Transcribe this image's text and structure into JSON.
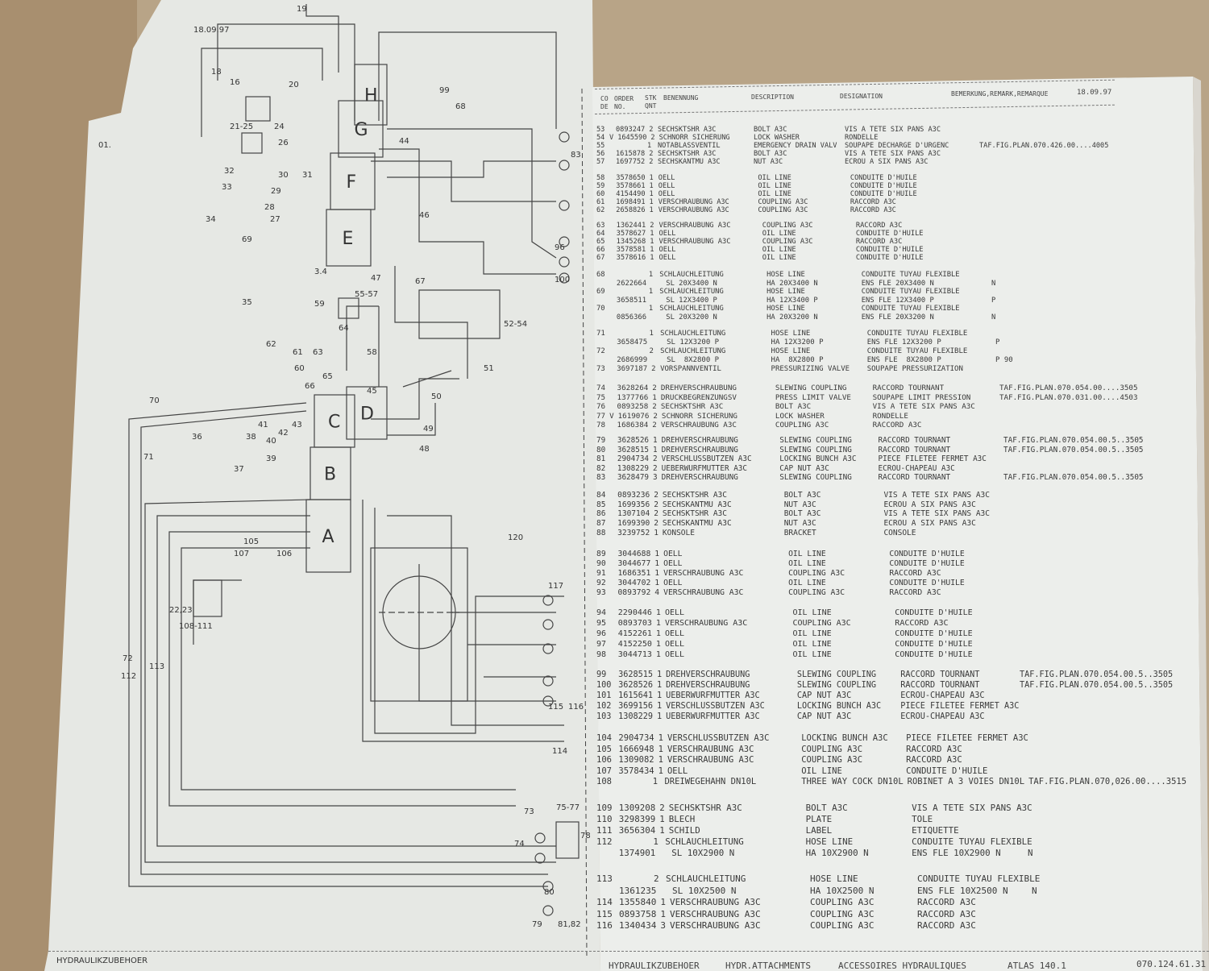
{
  "left_page": {
    "date": "18.09.97",
    "footer": "HYDRAULIKZUBEHOER",
    "margin_mark": "01.",
    "block_letters": [
      "A",
      "B",
      "C",
      "D",
      "E",
      "F",
      "G",
      "H"
    ],
    "labels": [
      "19",
      "18",
      "20",
      "16",
      "21-25",
      "24",
      "26",
      "32",
      "33",
      "34",
      "27",
      "28",
      "29",
      "30",
      "31",
      "44",
      "46",
      "3.4",
      "35",
      "62",
      "55-57",
      "47",
      "59",
      "61",
      "63",
      "64",
      "60",
      "58",
      "67",
      "52-54",
      "51",
      "50",
      "49",
      "48",
      "45",
      "70",
      "71",
      "66",
      "65",
      "43",
      "42",
      "40",
      "38",
      "36",
      "37",
      "41",
      "39",
      "120",
      "105",
      "106",
      "107",
      "22,23",
      "108-111",
      "72",
      "112",
      "113",
      "117",
      "114",
      "115",
      "116",
      "75-77",
      "74",
      "73",
      "78",
      "79",
      "80",
      "81,82",
      "83",
      "96",
      "100",
      "99",
      "68",
      "69"
    ]
  },
  "right_page": {
    "date": "18.09.97",
    "headers": {
      "code": "CO DE",
      "order": "ORDER NO.",
      "qty": "STK QNT",
      "benennung": "BENENNUNG",
      "description": "DESCRIPTION",
      "designation": "DESIGNATION",
      "remark": "BEMERKUNG,REMARK,REMARQUE"
    },
    "groups": [
      [
        [
          "53",
          "",
          "0893247",
          "2",
          "SECHSKTSHR A3C",
          "BOLT A3C",
          "VIS A TETE SIX PANS A3C",
          ""
        ],
        [
          "54",
          "V",
          "1645590",
          "2",
          "SCHNORR SICHERUNG",
          "LOCK WASHER",
          "RONDELLE",
          ""
        ],
        [
          "55",
          "",
          "",
          "1",
          "NOTABLASSVENTIL",
          "EMERGENCY DRAIN VALV",
          "SOUPAPE DECHARGE D'URGENC",
          "TAF.FIG.PLAN.070.426.00....4005"
        ],
        [
          "56",
          "",
          "1615878",
          "2",
          "SECHSKTSHR A3C",
          "BOLT A3C",
          "VIS A TETE SIX PANS A3C",
          ""
        ],
        [
          "57",
          "",
          "1697752",
          "2",
          "SECHSKANTMU A3C",
          "NUT A3C",
          "ECROU A SIX PANS A3C",
          ""
        ]
      ],
      [
        [
          "58",
          "",
          "3578650",
          "1",
          "OELL",
          "OIL LINE",
          "CONDUITE D'HUILE",
          ""
        ],
        [
          "59",
          "",
          "3578661",
          "1",
          "OELL",
          "OIL LINE",
          "CONDUITE D'HUILE",
          ""
        ],
        [
          "60",
          "",
          "4154490",
          "1",
          "OELL",
          "OIL LINE",
          "CONDUITE D'HUILE",
          ""
        ],
        [
          "61",
          "",
          "1698491",
          "1",
          "VERSCHRAUBUNG A3C",
          "COUPLING A3C",
          "RACCORD A3C",
          ""
        ],
        [
          "62",
          "",
          "2658826",
          "1",
          "VERSCHRAUBUNG A3C",
          "COUPLING A3C",
          "RACCORD A3C",
          ""
        ]
      ],
      [
        [
          "63",
          "",
          "1362441",
          "2",
          "VERSCHRAUBUNG A3C",
          "COUPLING A3C",
          "RACCORD A3C",
          ""
        ],
        [
          "64",
          "",
          "3578627",
          "1",
          "OELL",
          "OIL LINE",
          "CONDUITE D'HUILE",
          ""
        ],
        [
          "65",
          "",
          "1345268",
          "1",
          "VERSCHRAUBUNG A3C",
          "COUPLING A3C",
          "RACCORD A3C",
          ""
        ],
        [
          "66",
          "",
          "3578581",
          "1",
          "OELL",
          "OIL LINE",
          "CONDUITE D'HUILE",
          ""
        ],
        [
          "67",
          "",
          "3578616",
          "1",
          "OELL",
          "OIL LINE",
          "CONDUITE D'HUILE",
          ""
        ]
      ],
      [
        [
          "68",
          "",
          "",
          "1",
          "SCHLAUCHLEITUNG",
          "HOSE LINE",
          "CONDUITE TUYAU FLEXIBLE",
          ""
        ],
        [
          "",
          "",
          "2622664",
          "",
          "SL 20X3400 N",
          "HA 20X3400 N",
          "ENS FLE 20X3400 N",
          "N"
        ],
        [
          "69",
          "",
          "",
          "1",
          "SCHLAUCHLEITUNG",
          "HOSE LINE",
          "CONDUITE TUYAU FLEXIBLE",
          ""
        ],
        [
          "",
          "",
          "3658511",
          "",
          "SL 12X3400 P",
          "HA 12X3400 P",
          "ENS FLE 12X3400 P",
          "P"
        ],
        [
          "70",
          "",
          "",
          "1",
          "SCHLAUCHLEITUNG",
          "HOSE LINE",
          "CONDUITE TUYAU FLEXIBLE",
          ""
        ],
        [
          "",
          "",
          "0856366",
          "",
          "SL 20X3200 N",
          "HA 20X3200 N",
          "ENS FLE 20X3200 N",
          "N"
        ]
      ],
      [
        [
          "71",
          "",
          "",
          "1",
          "SCHLAUCHLEITUNG",
          "HOSE LINE",
          "CONDUITE TUYAU FLEXIBLE",
          ""
        ],
        [
          "",
          "",
          "3658475",
          "",
          "SL 12X3200 P",
          "HA 12X3200 P",
          "ENS FLE 12X3200 P",
          "P"
        ],
        [
          "72",
          "",
          "",
          "2",
          "SCHLAUCHLEITUNG",
          "HOSE LINE",
          "CONDUITE TUYAU FLEXIBLE",
          ""
        ],
        [
          "",
          "",
          "2686999",
          "",
          "SL  8X2800 P",
          "HA  8X2800 P",
          "ENS FLE  8X2800 P",
          "P 90"
        ],
        [
          "73",
          "",
          "3697187",
          "2",
          "VORSPANNVENTIL",
          "PRESSURIZING VALVE",
          "SOUPAPE PRESSURIZATION",
          ""
        ]
      ],
      [
        [
          "74",
          "",
          "3628264",
          "2",
          "DREHVERSCHRAUBUNG",
          "SLEWING COUPLING",
          "RACCORD TOURNANT",
          "TAF.FIG.PLAN.070.054.00....3505"
        ],
        [
          "75",
          "",
          "1377766",
          "1",
          "DRUCKBEGRENZUNGSV",
          "PRESS LIMIT VALVE",
          "SOUPAPE LIMIT PRESSION",
          "TAF.FIG.PLAN.070.031.00....4503"
        ],
        [
          "76",
          "",
          "0893258",
          "2",
          "SECHSKTSHR A3C",
          "BOLT A3C",
          "VIS A TETE SIX PANS A3C",
          ""
        ],
        [
          "77",
          "V",
          "1619076",
          "2",
          "SCHNORR SICHERUNG",
          "LOCK WASHER",
          "RONDELLE",
          ""
        ],
        [
          "78",
          "",
          "1686384",
          "2",
          "VERSCHRAUBUNG A3C",
          "COUPLING A3C",
          "RACCORD A3C",
          ""
        ]
      ],
      [
        [
          "79",
          "",
          "3628526",
          "1",
          "DREHVERSCHRAUBUNG",
          "SLEWING COUPLING",
          "RACCORD TOURNANT",
          "TAF.FIG.PLAN.070.054.00.5..3505"
        ],
        [
          "80",
          "",
          "3628515",
          "1",
          "DREHVERSCHRAUBUNG",
          "SLEWING COUPLING",
          "RACCORD TOURNANT",
          "TAF.FIG.PLAN.070.054.00.5..3505"
        ],
        [
          "81",
          "",
          "2904734",
          "2",
          "VERSCHLUSSBUTZEN A3C",
          "LOCKING BUNCH A3C",
          "PIECE FILETEE FERMET A3C",
          ""
        ],
        [
          "82",
          "",
          "1308229",
          "2",
          "UEBERWURFMUTTER A3C",
          "CAP NUT A3C",
          "ECROU-CHAPEAU A3C",
          ""
        ],
        [
          "83",
          "",
          "3628479",
          "3",
          "DREHVERSCHRAUBUNG",
          "SLEWING COUPLING",
          "RACCORD TOURNANT",
          "TAF.FIG.PLAN.070.054.00.5..3505"
        ]
      ],
      [
        [
          "84",
          "",
          "0893236",
          "2",
          "SECHSKTSHR A3C",
          "BOLT A3C",
          "VIS A TETE SIX PANS A3C",
          ""
        ],
        [
          "85",
          "",
          "1699356",
          "2",
          "SECHSKANTMU A3C",
          "NUT A3C",
          "ECROU A SIX PANS A3C",
          ""
        ],
        [
          "86",
          "",
          "1307104",
          "2",
          "SECHSKTSHR A3C",
          "BOLT A3C",
          "VIS A TETE SIX PANS A3C",
          ""
        ],
        [
          "87",
          "",
          "1699390",
          "2",
          "SECHSKANTMU A3C",
          "NUT A3C",
          "ECROU A SIX PANS A3C",
          ""
        ],
        [
          "88",
          "",
          "3239752",
          "1",
          "KONSOLE",
          "BRACKET",
          "CONSOLE",
          ""
        ]
      ],
      [
        [
          "89",
          "",
          "3044688",
          "1",
          "OELL",
          "OIL LINE",
          "CONDUITE D'HUILE",
          ""
        ],
        [
          "90",
          "",
          "3044677",
          "1",
          "OELL",
          "OIL LINE",
          "CONDUITE D'HUILE",
          ""
        ],
        [
          "91",
          "",
          "1686351",
          "1",
          "VERSCHRAUBUNG A3C",
          "COUPLING A3C",
          "RACCORD A3C",
          ""
        ],
        [
          "92",
          "",
          "3044702",
          "1",
          "OELL",
          "OIL LINE",
          "CONDUITE D'HUILE",
          ""
        ],
        [
          "93",
          "",
          "0893792",
          "4",
          "VERSCHRAUBUNG A3C",
          "COUPLING A3C",
          "RACCORD A3C",
          ""
        ]
      ],
      [
        [
          "94",
          "",
          "2290446",
          "1",
          "OELL",
          "OIL LINE",
          "CONDUITE D'HUILE",
          ""
        ],
        [
          "95",
          "",
          "0893703",
          "1",
          "VERSCHRAUBUNG A3C",
          "COUPLING A3C",
          "RACCORD A3C",
          ""
        ],
        [
          "96",
          "",
          "4152261",
          "1",
          "OELL",
          "OIL LINE",
          "CONDUITE D'HUILE",
          ""
        ],
        [
          "97",
          "",
          "4152250",
          "1",
          "OELL",
          "OIL LINE",
          "CONDUITE D'HUILE",
          ""
        ],
        [
          "98",
          "",
          "3044713",
          "1",
          "OELL",
          "OIL LINE",
          "CONDUITE D'HUILE",
          ""
        ]
      ],
      [
        [
          "99",
          "",
          "3628515",
          "1",
          "DREHVERSCHRAUBUNG",
          "SLEWING COUPLING",
          "RACCORD TOURNANT",
          "TAF.FIG.PLAN.070.054.00.5..3505"
        ],
        [
          "100",
          "",
          "3628526",
          "1",
          "DREHVERSCHRAUBUNG",
          "SLEWING COUPLING",
          "RACCORD TOURNANT",
          "TAF.FIG.PLAN.070.054.00.5..3505"
        ],
        [
          "101",
          "",
          "1615641",
          "1",
          "UEBERWURFMUTTER A3C",
          "CAP NUT A3C",
          "ECROU-CHAPEAU A3C",
          ""
        ],
        [
          "102",
          "",
          "3699156",
          "1",
          "VERSCHLUSSBUTZEN A3C",
          "LOCKING BUNCH A3C",
          "PIECE FILETEE FERMET A3C",
          ""
        ],
        [
          "103",
          "",
          "1308229",
          "1",
          "UEBERWURFMUTTER A3C",
          "CAP NUT A3C",
          "ECROU-CHAPEAU A3C",
          ""
        ]
      ],
      [
        [
          "104",
          "",
          "2904734",
          "1",
          "VERSCHLUSSBUTZEN A3C",
          "LOCKING BUNCH A3C",
          "PIECE FILETEE FERMET A3C",
          ""
        ],
        [
          "105",
          "",
          "1666948",
          "1",
          "VERSCHRAUBUNG A3C",
          "COUPLING A3C",
          "RACCORD A3C",
          ""
        ],
        [
          "106",
          "",
          "1309082",
          "1",
          "VERSCHRAUBUNG A3C",
          "COUPLING A3C",
          "RACCORD A3C",
          ""
        ],
        [
          "107",
          "",
          "3578434",
          "1",
          "OELL",
          "OIL LINE",
          "CONDUITE D'HUILE",
          ""
        ],
        [
          "108",
          "",
          "",
          "1",
          "DREIWEGEHAHN DN10L",
          "THREE WAY COCK DN10L",
          "ROBINET A 3 VOIES DN10L",
          "TAF.FIG.PLAN.070,026.00....3515"
        ]
      ],
      [
        [
          "109",
          "",
          "1309208",
          "2",
          "SECHSKTSHR A3C",
          "BOLT A3C",
          "VIS A TETE SIX PANS A3C",
          ""
        ],
        [
          "110",
          "",
          "3298399",
          "1",
          "BLECH",
          "PLATE",
          "TOLE",
          ""
        ],
        [
          "111",
          "",
          "3656304",
          "1",
          "SCHILD",
          "LABEL",
          "ETIQUETTE",
          ""
        ],
        [
          "112",
          "",
          "",
          "1",
          "SCHLAUCHLEITUNG",
          "HOSE LINE",
          "CONDUITE TUYAU FLEXIBLE",
          ""
        ],
        [
          "",
          "",
          "1374901",
          "",
          "SL 10X2900 N",
          "HA 10X2900 N",
          "ENS FLE 10X2900 N",
          "N"
        ]
      ],
      [
        [
          "113",
          "",
          "",
          "2",
          "SCHLAUCHLEITUNG",
          "HOSE LINE",
          "CONDUITE TUYAU FLEXIBLE",
          ""
        ],
        [
          "",
          "",
          "1361235",
          "",
          "SL 10X2500 N",
          "HA 10X2500 N",
          "ENS FLE 10X2500 N",
          "N"
        ],
        [
          "114",
          "",
          "1355840",
          "1",
          "VERSCHRAUBUNG A3C",
          "COUPLING A3C",
          "RACCORD A3C",
          ""
        ],
        [
          "115",
          "",
          "0893758",
          "1",
          "VERSCHRAUBUNG A3C",
          "COUPLING A3C",
          "RACCORD A3C",
          ""
        ],
        [
          "116",
          "",
          "1340434",
          "3",
          "VERSCHRAUBUNG A3C",
          "COUPLING A3C",
          "RACCORD A3C",
          ""
        ]
      ]
    ],
    "footer": [
      "HYDRAULIKZUBEHOER",
      "HYDR.ATTACHMENTS",
      "ACCESSOIRES HYDRAULIQUES",
      "ATLAS 140.1",
      "070.124.61.31"
    ]
  }
}
